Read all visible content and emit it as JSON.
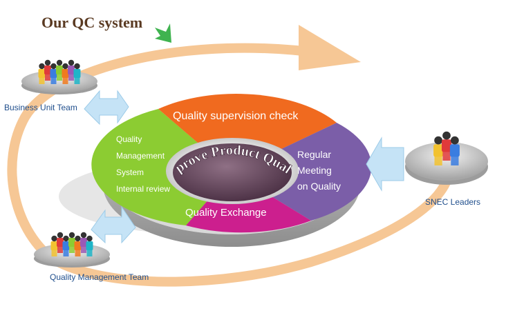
{
  "title": "Our QC system",
  "center_text": "Improve Product Quality",
  "segments": {
    "top": "Quality supervision check",
    "left": [
      "Quality",
      "Management",
      "System",
      "Internal review"
    ],
    "right": [
      "Regular",
      "Meeting",
      "on Quality"
    ],
    "bottom": "Quality Exchange"
  },
  "teams": {
    "business_unit": "Business Unit Team",
    "quality_management": "Quality Management Team",
    "snec_leaders": "SNEC Leaders"
  },
  "colors": {
    "cycle_arrow": "#f6c795",
    "top_segment": "#f06a1f",
    "left_segment": "#8ccc32",
    "right_segment": "#7b5ea8",
    "bottom_segment": "#cc1f8e",
    "center": "#6e4e66",
    "team_arrow": "#c5e3f6",
    "title_pointer": "#3fb34f"
  }
}
